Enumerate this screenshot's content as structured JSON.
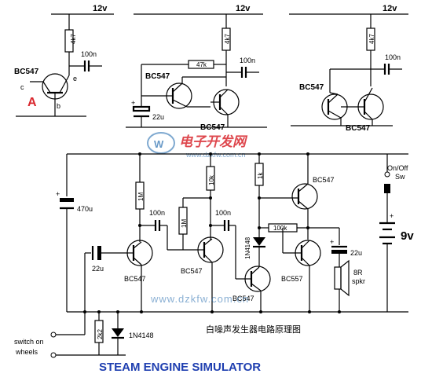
{
  "rails": {
    "left": "12v",
    "middle": "12v",
    "right": "12v",
    "battery": "9v"
  },
  "top_left": {
    "resistor": "4k7",
    "capacitor": "100n",
    "transistor": "BC547",
    "pin_c": "c",
    "pin_e": "e",
    "pin_b": "b",
    "marker": "A"
  },
  "top_middle": {
    "resistor_top": "4k7",
    "resistor_feedback": "47k",
    "capacitor": "100n",
    "capacitor_elec": "22u",
    "transistor_left": "BC547",
    "transistor_right": "BC547"
  },
  "top_right": {
    "resistor": "4k7",
    "capacitor": "100n",
    "transistor_left": "BC547",
    "transistor_right": "BC547"
  },
  "watermark": {
    "logo_text": "电子开发网",
    "url_mid": "www.dzkfw.com.cn",
    "url_bottom": "www.dzkfw.com.cn"
  },
  "main": {
    "c_470u": "470u",
    "r_1m_a": "1M",
    "r_1m_b": "1M",
    "r_10k": "10k",
    "r_1k": "1k",
    "r_100k": "100k",
    "r_2k2": "2k2",
    "c_100n_a": "100n",
    "c_100n_b": "100n",
    "c_22u_left": "22u",
    "c_22u_right": "22u",
    "d_1n4148_a": "1N4148",
    "d_1n4148_b": "1N4148",
    "q1": "BC547",
    "q2": "BC547",
    "q3": "BC547",
    "q4": "BC547",
    "q5": "BC557",
    "switch": "On/Off",
    "switch_sub": "Sw",
    "speaker": "8R",
    "speaker_sub": "spkr",
    "plus": "+",
    "wheels_1": "switch on",
    "wheels_2": "wheels",
    "cn_caption": "白噪声发生器电路原理图",
    "title": "STEAM ENGINE SIMULATOR"
  }
}
